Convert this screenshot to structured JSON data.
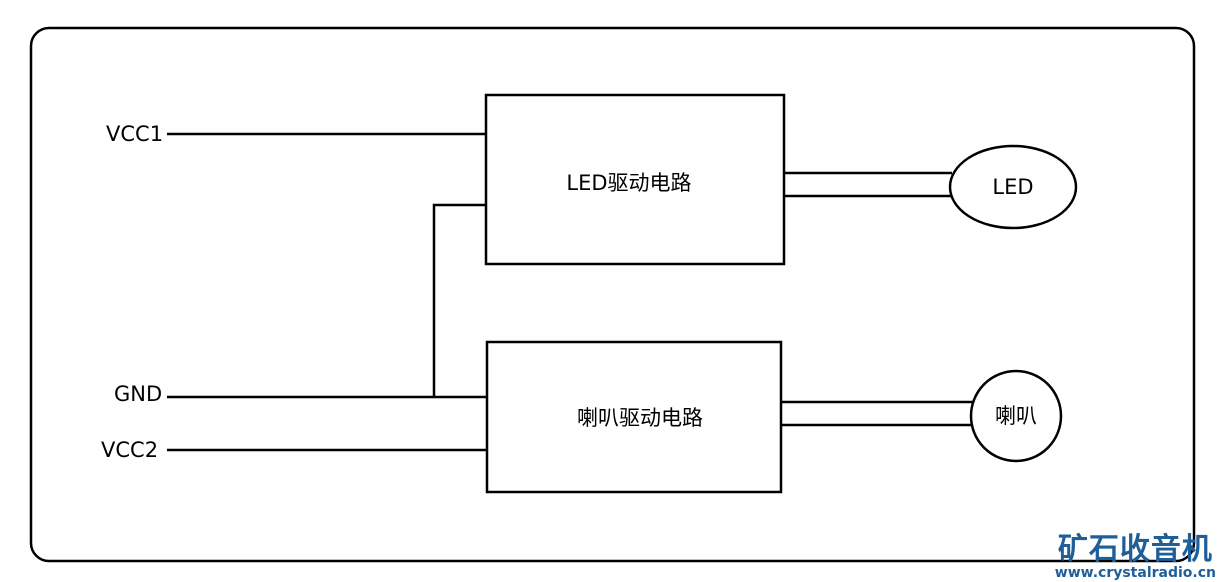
{
  "inputs": {
    "vcc1": "VCC1",
    "gnd": "GND",
    "vcc2": "VCC2"
  },
  "blocks": {
    "led_driver": "LED驱动电路",
    "speaker_driver": "喇叭驱动电路"
  },
  "outputs": {
    "led": "LED",
    "speaker": "喇叭"
  },
  "watermark": {
    "title": "矿石收音机",
    "url": "www.crystalradio.cn"
  },
  "colors": {
    "line": "#000000",
    "watermark": "#1f5f99"
  }
}
